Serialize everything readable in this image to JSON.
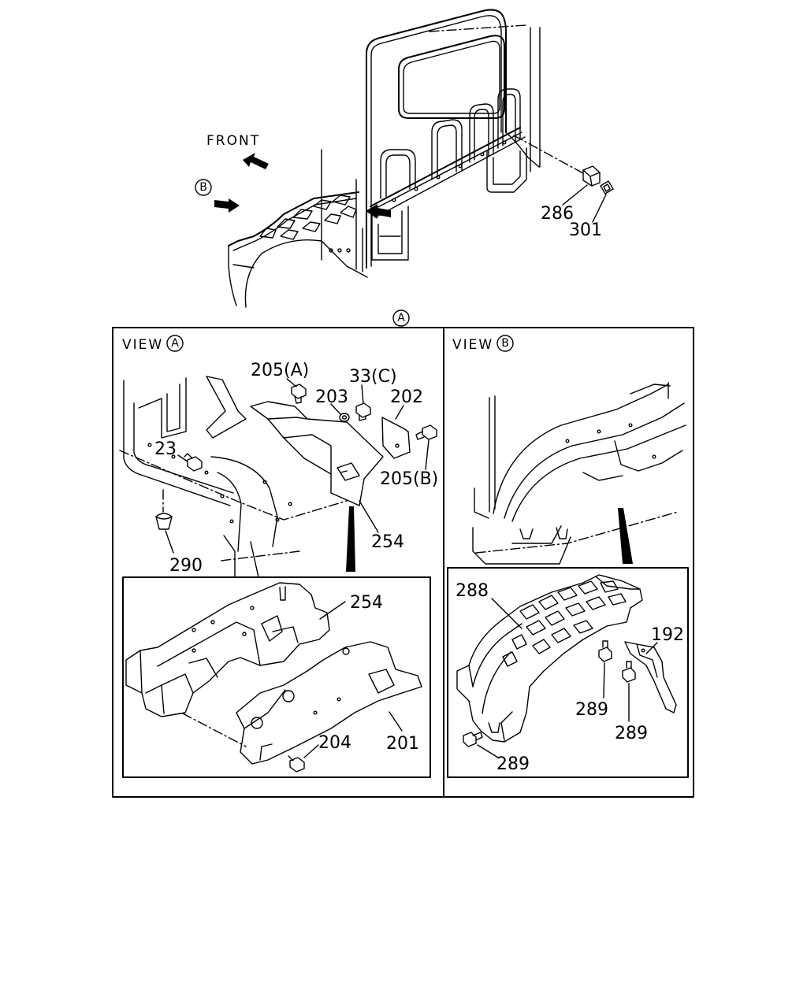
{
  "diagram": {
    "line_color": "#000000",
    "top_view": {
      "front_label": "FRONT",
      "marker_b": "B",
      "marker_a": "A",
      "callouts": {
        "part_286": "286",
        "part_301": "301"
      }
    },
    "view_a": {
      "title": "VIEW",
      "marker": "A",
      "callouts": {
        "bolt_205a": "205(A)",
        "washer_203": "203",
        "bolt_33c": "33(C)",
        "plate_202": "202",
        "bolt_23": "23",
        "bolt_205b": "205(B)",
        "bracket_254": "254",
        "plug_290": "290"
      },
      "detail_callouts": {
        "bracket_254": "254",
        "bolt_204": "204",
        "panel_201": "201"
      }
    },
    "view_b": {
      "title": "VIEW",
      "marker": "B",
      "callouts": {
        "liner_288": "288",
        "bracket_192": "192",
        "bolt_289_a": "289",
        "bolt_289_b": "289",
        "bolt_289_c": "289"
      }
    }
  }
}
